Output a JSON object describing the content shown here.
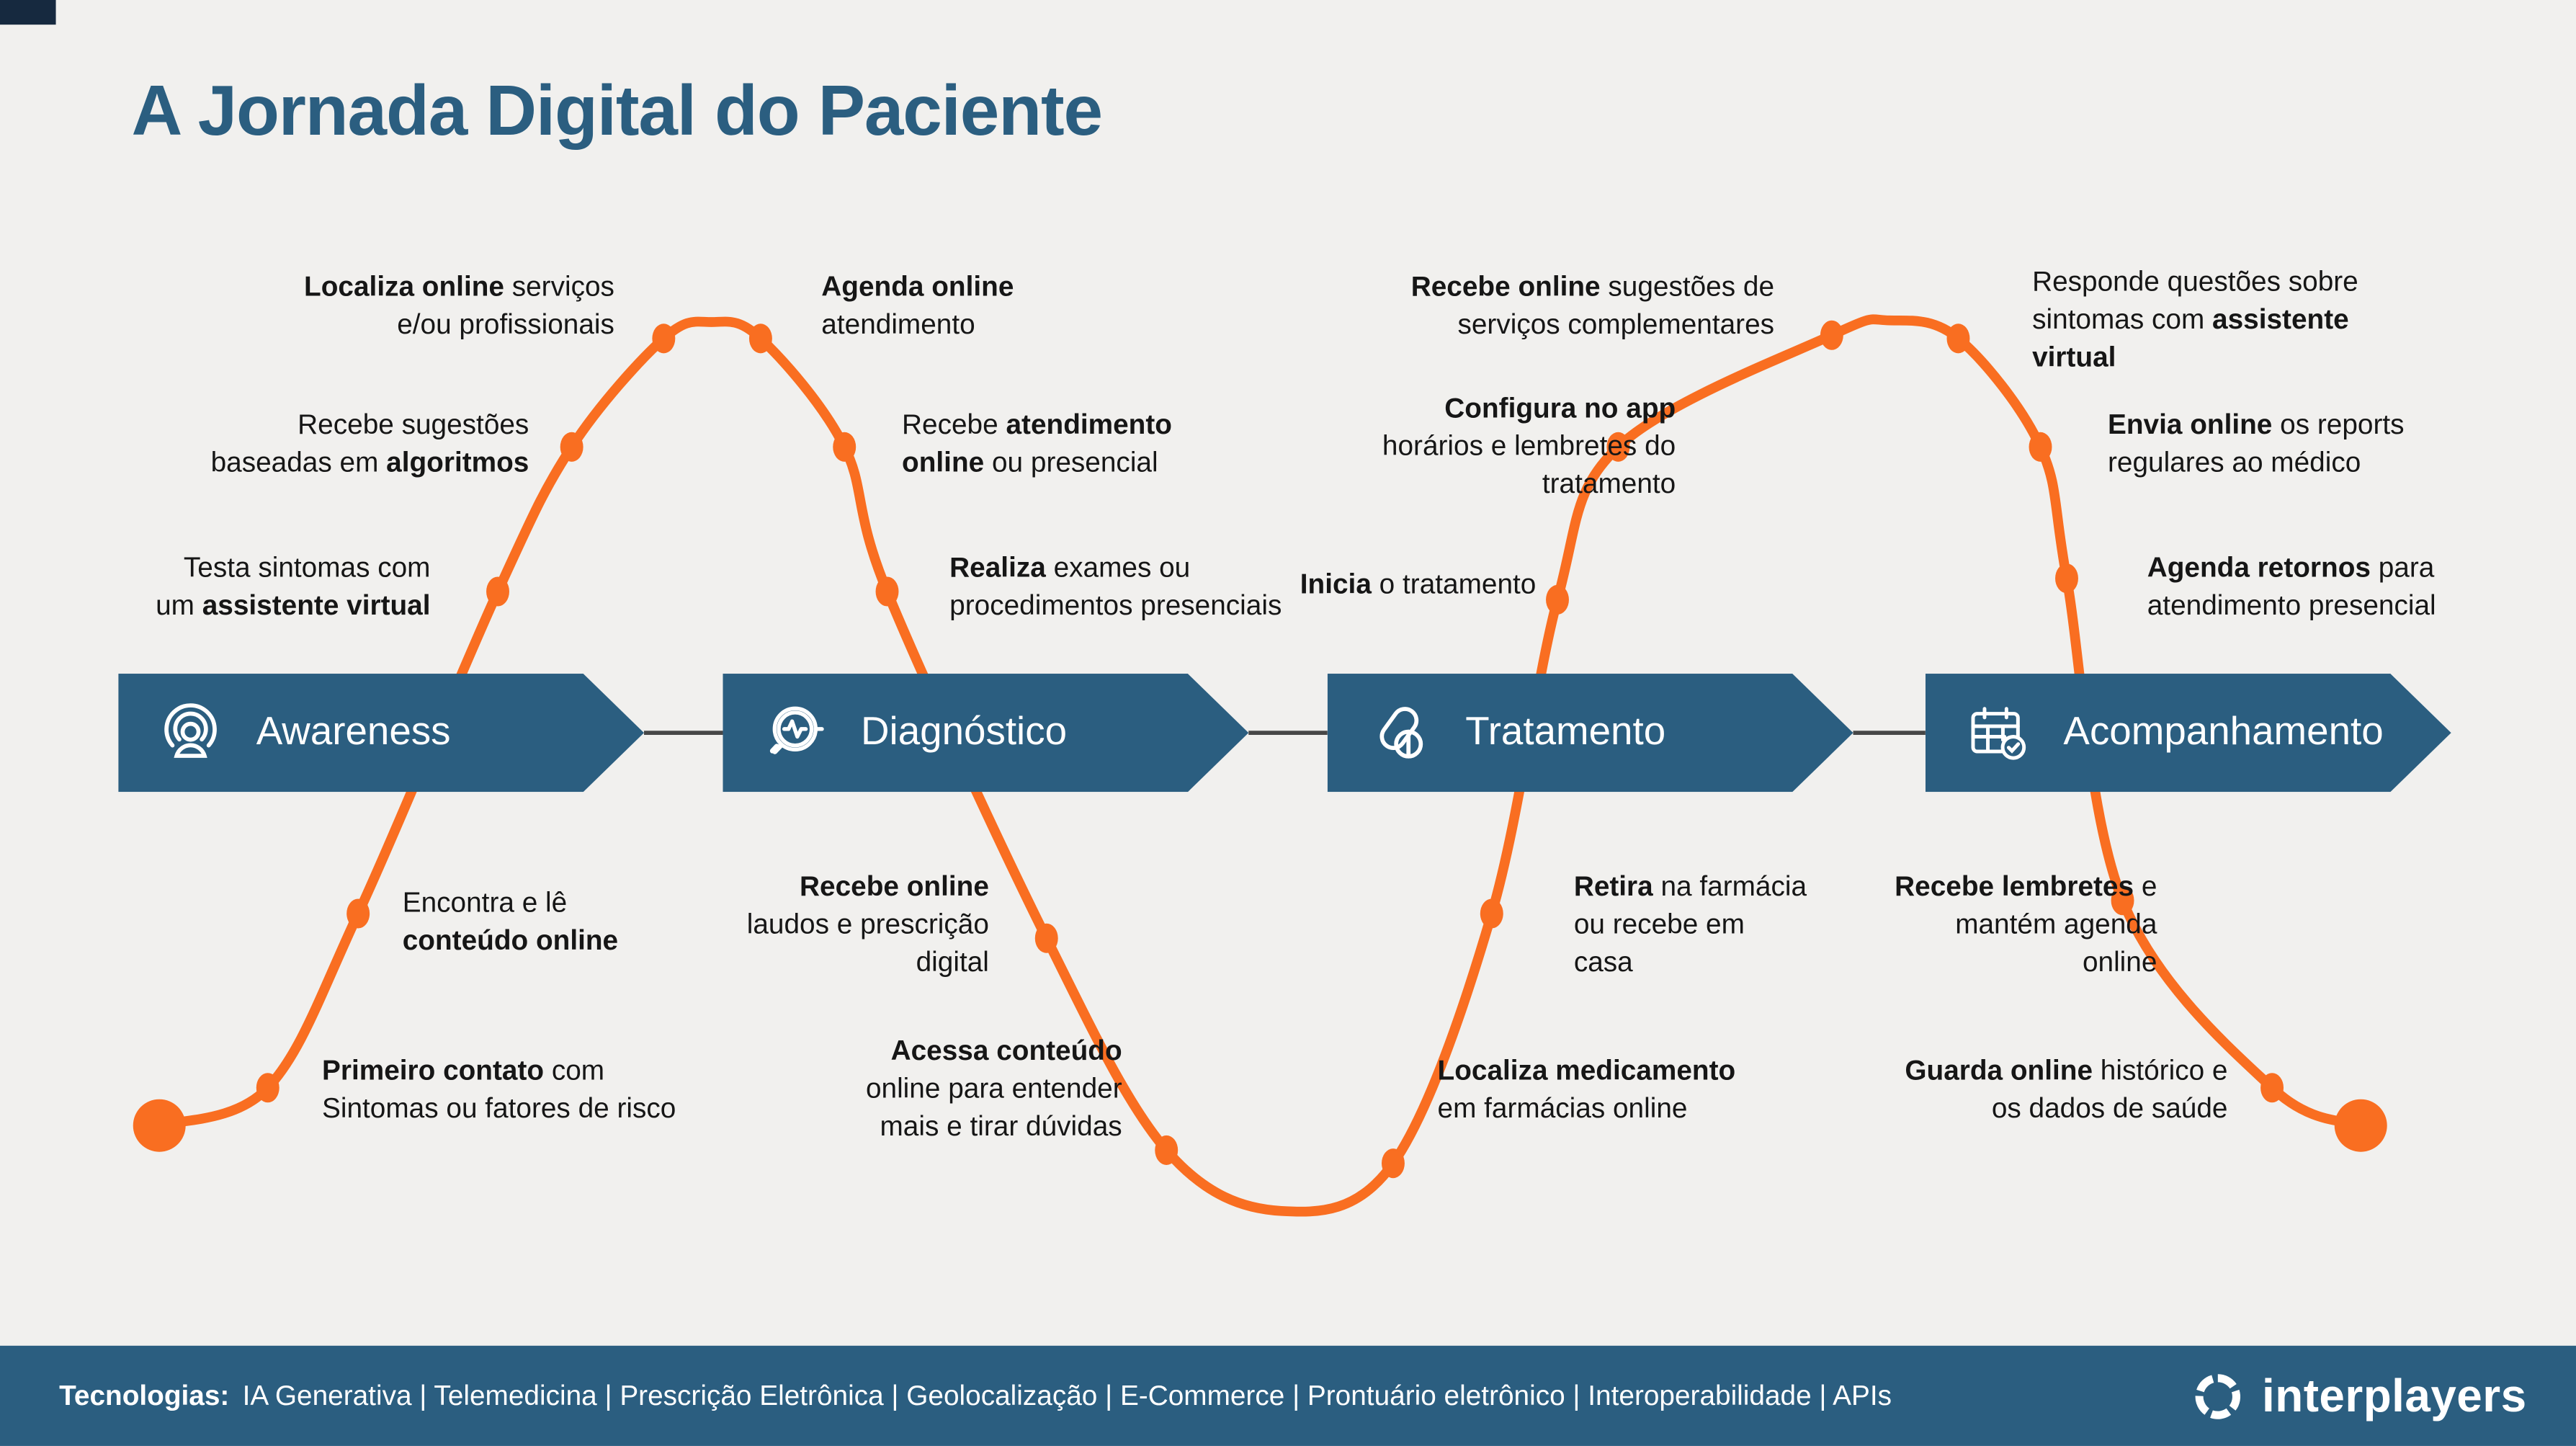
{
  "title": "A Jornada Digital do Paciente",
  "colors": {
    "background": "#F1F0EE",
    "banner_blue": "#2B5E80",
    "accent_orange": "#F96E21",
    "footer_blue": "#2B5E80",
    "text": "#161616",
    "connector_grey": "#474747"
  },
  "stages": [
    {
      "label": "Awareness",
      "icon": "broadcast-person-icon"
    },
    {
      "label": "Diagnóstico",
      "icon": "magnifier-pulse-icon"
    },
    {
      "label": "Tratamento",
      "icon": "pills-icon"
    },
    {
      "label": "Acompanhamento",
      "icon": "calendar-check-icon"
    }
  ],
  "annotations": {
    "top": [
      {
        "lines": [
          [
            {
              "t": "Localiza online",
              "b": 1
            },
            {
              "t": " serviços"
            }
          ],
          [
            {
              "t": "e/ou profissionais"
            }
          ]
        ]
      },
      {
        "lines": [
          [
            {
              "t": "Recebe sugestões"
            }
          ],
          [
            {
              "t": "baseadas em "
            },
            {
              "t": "algoritmos",
              "b": 1
            }
          ]
        ]
      },
      {
        "lines": [
          [
            {
              "t": "Testa sintomas com"
            }
          ],
          [
            {
              "t": "um "
            },
            {
              "t": "assistente virtual",
              "b": 1
            }
          ]
        ]
      },
      {
        "lines": [
          [
            {
              "t": "Agenda online",
              "b": 1
            }
          ],
          [
            {
              "t": "atendimento"
            }
          ]
        ]
      },
      {
        "lines": [
          [
            {
              "t": "Recebe "
            },
            {
              "t": "atendimento",
              "b": 1
            }
          ],
          [
            {
              "t": "online",
              "b": 1
            },
            {
              "t": " ou presencial"
            }
          ]
        ]
      },
      {
        "lines": [
          [
            {
              "t": "Realiza",
              "b": 1
            },
            {
              "t": " exames ou"
            }
          ],
          [
            {
              "t": "procedimentos presenciais"
            }
          ]
        ]
      },
      {
        "lines": [
          [
            {
              "t": "Recebe online",
              "b": 1
            },
            {
              "t": " sugestões de"
            }
          ],
          [
            {
              "t": "serviços complementares"
            }
          ]
        ]
      },
      {
        "lines": [
          [
            {
              "t": "Configura no app",
              "b": 1
            }
          ],
          [
            {
              "t": "horários e lembretes do"
            }
          ],
          [
            {
              "t": "tratamento"
            }
          ]
        ]
      },
      {
        "lines": [
          [
            {
              "t": "Inicia",
              "b": 1
            },
            {
              "t": " o tratamento"
            }
          ]
        ]
      },
      {
        "lines": [
          [
            {
              "t": "Responde questões sobre"
            }
          ],
          [
            {
              "t": "sintomas com "
            },
            {
              "t": "assistente",
              "b": 1
            }
          ],
          [
            {
              "t": "virtual",
              "b": 1
            }
          ]
        ]
      },
      {
        "lines": [
          [
            {
              "t": "Envia online",
              "b": 1
            },
            {
              "t": " os reports"
            }
          ],
          [
            {
              "t": "regulares ao médico"
            }
          ]
        ]
      },
      {
        "lines": [
          [
            {
              "t": "Agenda retornos",
              "b": 1
            },
            {
              "t": " para"
            }
          ],
          [
            {
              "t": "atendimento presencial"
            }
          ]
        ]
      }
    ],
    "bottom": [
      {
        "lines": [
          [
            {
              "t": "Encontra e lê"
            }
          ],
          [
            {
              "t": "conteúdo online",
              "b": 1
            }
          ]
        ]
      },
      {
        "lines": [
          [
            {
              "t": "Primeiro contato",
              "b": 1
            },
            {
              "t": " com"
            }
          ],
          [
            {
              "t": "Sintomas ou fatores de risco"
            }
          ]
        ]
      },
      {
        "lines": [
          [
            {
              "t": "Recebe online",
              "b": 1
            }
          ],
          [
            {
              "t": "laudos e prescrição"
            }
          ],
          [
            {
              "t": "digital"
            }
          ]
        ]
      },
      {
        "lines": [
          [
            {
              "t": "Acessa conteúdo",
              "b": 1
            }
          ],
          [
            {
              "t": "online para entender"
            }
          ],
          [
            {
              "t": "mais e tirar dúvidas"
            }
          ]
        ]
      },
      {
        "lines": [
          [
            {
              "t": "Retira",
              "b": 1
            },
            {
              "t": " na farmácia"
            }
          ],
          [
            {
              "t": "ou recebe em"
            }
          ],
          [
            {
              "t": "casa"
            }
          ]
        ]
      },
      {
        "lines": [
          [
            {
              "t": "Localiza medicamento",
              "b": 1
            }
          ],
          [
            {
              "t": "em farmácias online"
            }
          ]
        ]
      },
      {
        "lines": [
          [
            {
              "t": "Recebe lembretes",
              "b": 1
            },
            {
              "t": " e"
            }
          ],
          [
            {
              "t": "mantém agenda"
            }
          ],
          [
            {
              "t": "online"
            }
          ]
        ]
      },
      {
        "lines": [
          [
            {
              "t": "Guarda online",
              "b": 1
            },
            {
              "t": " histórico e"
            }
          ],
          [
            {
              "t": "os dados de saúde"
            }
          ]
        ]
      }
    ]
  },
  "footer": {
    "label": "Tecnologias:",
    "technologies": [
      "IA Generativa",
      "Telemedicina",
      "Prescrição Eletrônica",
      "Geolocalização",
      "E-Commerce",
      "Prontuário eletrônico",
      "Interoperabilidade",
      "APIs"
    ],
    "separator": " | "
  },
  "logo": {
    "text": "interplayers",
    "icon": "aperture-icon"
  }
}
